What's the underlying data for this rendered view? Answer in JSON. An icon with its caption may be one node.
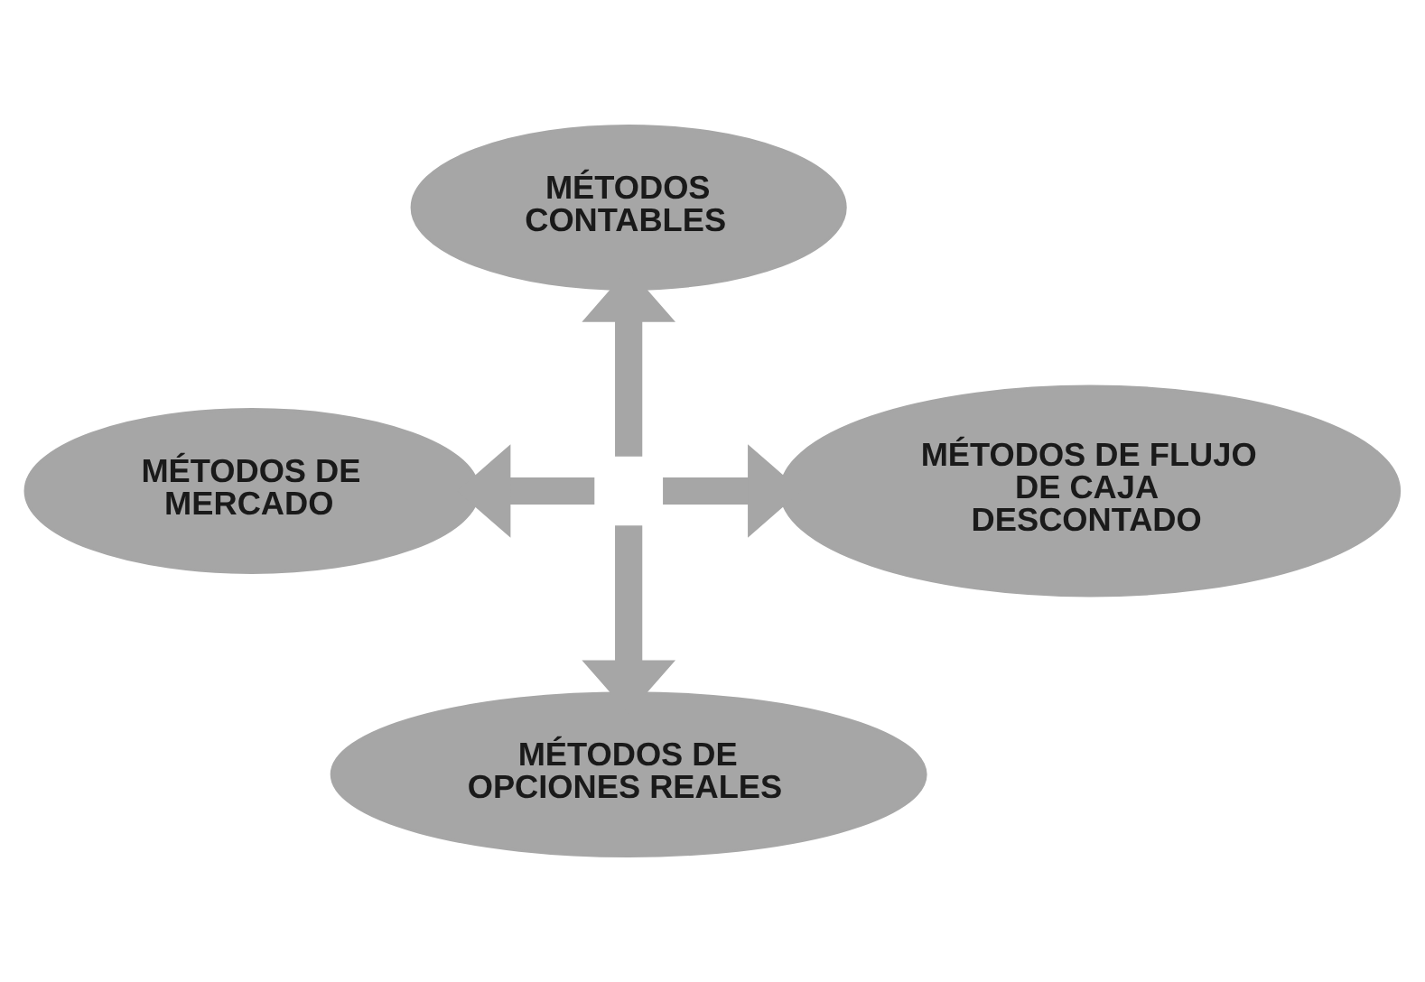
{
  "diagram": {
    "nodes": [
      {
        "text": [
          "MÉTODOS CONTABLES"
        ]
      },
      {
        "text": [
          "MÉTODOS DE MERCADO"
        ]
      },
      {
        "text": [
          "MÉTODOS DE FLUJO DE CAJA DESCONTADO"
        ]
      },
      {
        "text": [
          "MÉTODOS DE OPCIONES REALES"
        ]
      }
    ],
    "edges": [
      {
        "from": null,
        "to": 0,
        "arrow": "to"
      },
      {
        "from": null,
        "to": 1,
        "arrow": "to"
      },
      {
        "from": null,
        "to": 2,
        "arrow": "to"
      },
      {
        "from": null,
        "to": 3,
        "arrow": "to"
      }
    ]
  }
}
